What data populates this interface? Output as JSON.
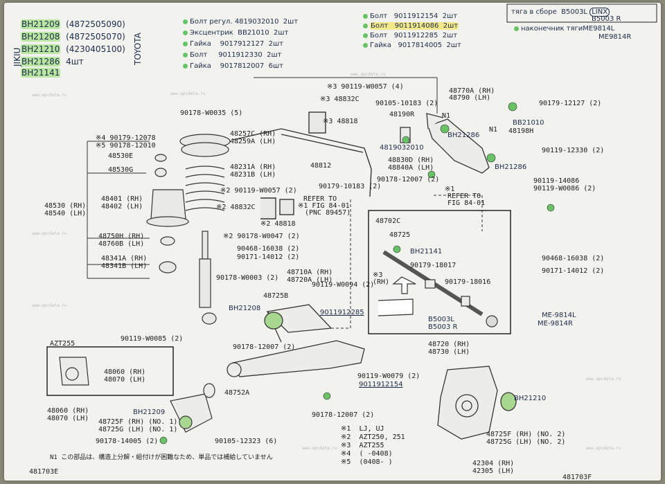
{
  "top_left_list": [
    {
      "code": "BH21209",
      "part": "(4872505090)"
    },
    {
      "code": "BH21208",
      "part": "(4872505070)"
    },
    {
      "code": "BH21210",
      "part": "(4230405100)"
    },
    {
      "code": "BH21286",
      "part": "4шт"
    },
    {
      "code": "BH21141",
      "part": ""
    }
  ],
  "side_labels": {
    "left": "JIKIU",
    "right": "TOYOTA"
  },
  "mid_list": [
    {
      "name": "Болт регул.",
      "num": "4819032010",
      "qty": "2шт"
    },
    {
      "name": "Эксцентрик",
      "num": "BB21010",
      "qty": "2шт"
    },
    {
      "name": "Гайка",
      "num": "9017912127",
      "qty": "2шт"
    },
    {
      "name": "Болт",
      "num": "9011912330",
      "qty": "2шт"
    },
    {
      "name": "Гайка",
      "num": "9017812007",
      "qty": "6шт"
    }
  ],
  "right_list": [
    {
      "name": "Болт",
      "num": "9011912154",
      "qty": "2шт"
    },
    {
      "name": "Болт",
      "num": "9011914086",
      "qty": "2шт"
    },
    {
      "name": "Болт",
      "num": "9011912285",
      "qty": "2шт"
    },
    {
      "name": "Гайка",
      "num": "9017814005",
      "qty": "2шт"
    }
  ],
  "top_box": {
    "line1": "тяга в сборе",
    "line1_code": "B5003L",
    "linx": "LINX",
    "line1b": "B5003 R",
    "line2": "наконечник тяги",
    "line2_code": "ME9814L",
    "line2b": "ME9814R"
  },
  "parts": {
    "p1": "※3 90119-W0057 (4)",
    "p2": "※3 48832C",
    "p3": "90178-W0035 (5)",
    "p4": "※3 48818",
    "p5": "90105-10183 (2)",
    "p6": "48190R",
    "p7": "48770A (RH)",
    "p8": "48790 (LH)",
    "p9": "90179-12127 (2)",
    "p10": "※4 90179-12078",
    "p11": "※5 90178-12010",
    "p12": "48530E",
    "p13": "48530G",
    "p14": "48257C (RH)",
    "p15": "48259A (LH)",
    "p16": "48231A (RH)",
    "p17": "48231B (LH)",
    "p18": "48812",
    "p19": "48830D (RH)",
    "p20": "48840A (LH)",
    "p21": "48198H",
    "p22": "90119-12330 (2)",
    "p23": "48530 (RH)",
    "p24": "48540 (LH)",
    "p25": "48401 (RH)",
    "p26": "48402 (LH)",
    "p27": "※2 90119-W0057 (2)",
    "p28": "90179-10183 (2)",
    "p29": "90178-12007 (2)",
    "p30": "※2 48832C",
    "p31": "※2 48818",
    "p32": "REFER TO",
    "p33": "※1 FIG 84-01",
    "p34": "(PNC 89457)",
    "p35": "※1",
    "p36": "REFER TO",
    "p37": "FIG 84-01",
    "p38": "90119-14086",
    "p39": "90119-W0086 (2)",
    "p40": "48750H (RH)",
    "p41": "48760B (LH)",
    "p42": "※2 90178-W0047 (2)",
    "p43": "48702C",
    "p44": "48725",
    "p45": "90468-16038 (2)",
    "p46": "90171-14012 (2)",
    "p47": "48341A (RH)",
    "p48": "48341B (LH)",
    "p49": "90179-18017",
    "p50": "90468-16038 (2)",
    "p51": "90171-14012 (2)",
    "p52": "90178-W0003 (2)",
    "p53": "48710A (RH)",
    "p54": "48720A (LH)",
    "p55": "90119-W0094 (2)",
    "p56": "※3",
    "p57": "(RH)",
    "p58": "90179-18016",
    "p59": "48725B",
    "p60": "90119-W0085 (2)",
    "p61": "90178-12007 (2)",
    "p62": "48720 (RH)",
    "p63": "48730 (LH)",
    "p64": "AZT255",
    "p65": "48060 (RH)",
    "p66": "48070 (LH)",
    "p67": "90119-W0079 (2)",
    "p68": "48752A",
    "p69": "48060 (RH)",
    "p70": "48070 (LH)",
    "p71": "48725F (RH) (NO. 1)",
    "p72": "48725G (LH) (NO. 1)",
    "p73": "90178-12007 (2)",
    "p74": "90178-14005 (2)",
    "p75": "90105-12323 (6)",
    "p76": "48725F (RH) (NO. 2)",
    "p77": "48725G (LH) (NO. 2)",
    "p78": "42304 (RH)",
    "p79": "42305 (LH)"
  },
  "hand_notes": {
    "h1": "4819032010",
    "h2": "BH21286",
    "h3": "BB21010",
    "h4": "BH21286",
    "h5": "BH21141",
    "h6": "BH21208",
    "h7": "9011912285",
    "h8": "B5003L",
    "h9": "B5003 R",
    "h10": "ME-9814L",
    "h11": "ME-9814R",
    "h12": "9011912154",
    "h13": "BH21209",
    "h14": "BH21210",
    "h15": "N1",
    "h16": "N1"
  },
  "legend": [
    {
      "k": "※1",
      "v": "LJ, UJ"
    },
    {
      "k": "※2",
      "v": "AZT250, 251"
    },
    {
      "k": "※3",
      "v": "AZT255"
    },
    {
      "k": "※4",
      "v": "(    -0408)"
    },
    {
      "k": "※5",
      "v": "(0408-      )"
    }
  ],
  "footnote": "N1 この部品は、構造上分解・組付けが困難なため、単品では補給していません",
  "fig_left": "481703E",
  "fig_right": "481703F",
  "watermark": "www.epcdata.ru"
}
